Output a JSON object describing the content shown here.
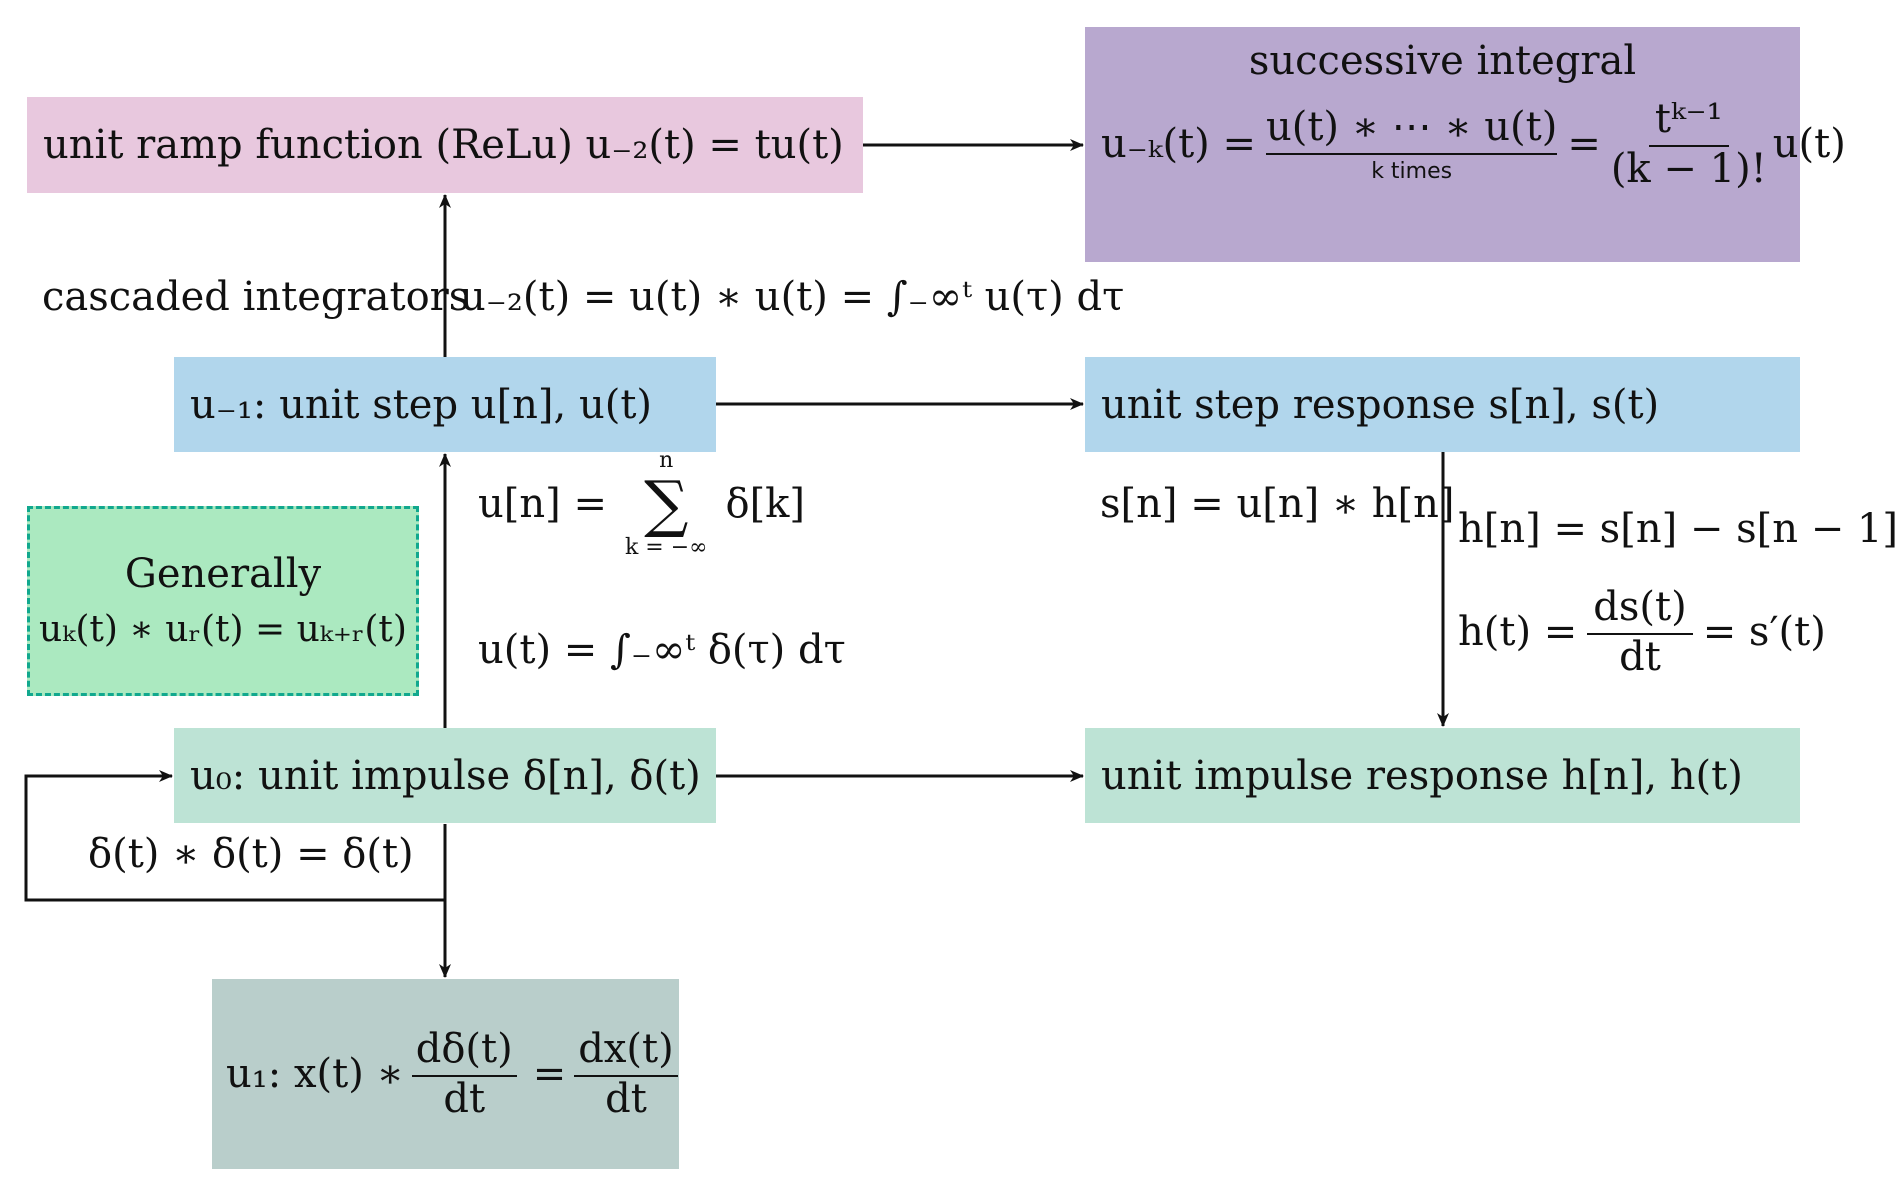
{
  "boxes": {
    "ramp": "unit ramp function  (ReLu)  u₋₂(t) = tu(t)",
    "successive_title": "successive integral",
    "successive_lhs": "u₋ₖ(t) =",
    "successive_conv": "u(t) ∗ ⋯ ∗ u(t)",
    "successive_brace_label": "k  times",
    "successive_eq": "=",
    "successive_num": "tᵏ⁻¹",
    "successive_den": "(k − 1)!",
    "successive_tail": "u(t)",
    "step": "u₋₁: unit step  u[n], u(t)",
    "step_response": "unit step response  s[n], s(t)",
    "generally_title": "Generally",
    "generally_eq": "uₖ(t) ∗ uᵣ(t) = uₖ₊ᵣ(t)",
    "impulse": "u₀: unit impulse  δ[n], δ(t)",
    "impulse_response": "unit impulse response  h[n], h(t)",
    "u1_lhs": "u₁: x(t) ∗",
    "u1_num1": "dδ(t)",
    "u1_den1": "dt",
    "u1_eq": "=",
    "u1_num2": "dx(t)",
    "u1_den2": "dt"
  },
  "labels": {
    "cascaded": "cascaded integrators",
    "u_minus2_integral": "u₋₂(t) = u(t) ∗ u(t) = ∫₋∞ᵗ u(τ) dτ",
    "sum_lhs": "u[n] =",
    "sum_sym": "∑",
    "sum_top": "n",
    "sum_bottom": "k = −∞",
    "sum_rhs": "δ[k]",
    "integral_step": "u(t) = ∫₋∞ᵗ δ(τ) dτ",
    "s_conv": "s[n] = u[n] ∗ h[n]",
    "h_diff": "h[n] = s[n] − s[n − 1]",
    "h_deriv_lhs": "h(t) =",
    "h_deriv_num": "ds(t)",
    "h_deriv_den": "dt",
    "h_deriv_rhs": "= s′(t)",
    "delta_self": "δ(t) ∗ δ(t) = δ(t)"
  },
  "colors": {
    "ramp": "#e8c8de",
    "successive": "#b8a8cf",
    "step": "#b1d6ec",
    "impulse": "#bde3d5",
    "u1": "#b9cecb",
    "generally_fill": "#abe9c0",
    "generally_border": "#11a88e"
  }
}
